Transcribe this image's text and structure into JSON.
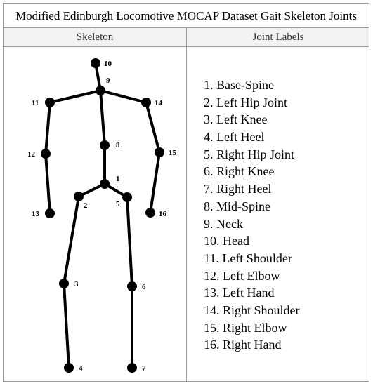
{
  "title": "Modified Edinburgh Locomotive MOCAP Dataset Gait Skeleton Joints",
  "headers": {
    "skeleton": "Skeleton",
    "labels": "Joint Labels"
  },
  "joint_labels": [
    "1. Base-Spine",
    "2. Left Hip Joint",
    "3. Left Knee",
    "4. Left Heel",
    "5. Right Hip Joint",
    "6. Right Knee",
    "7. Right Heel",
    "8. Mid-Spine",
    "9. Neck",
    "10.  Head",
    "11.  Left Shoulder",
    "12.  Left Elbow",
    "13.  Left Hand",
    "14.  Right Shoulder",
    "15.  Right Elbow",
    "16.  Right Hand"
  ],
  "joint_numbers": [
    "1",
    "2",
    "3",
    "4",
    "5",
    "6",
    "7",
    "8",
    "9",
    "10",
    "11",
    "12",
    "13",
    "14",
    "15",
    "16"
  ],
  "bones": [
    [
      10,
      9
    ],
    [
      9,
      11
    ],
    [
      11,
      12
    ],
    [
      12,
      13
    ],
    [
      9,
      14
    ],
    [
      14,
      15
    ],
    [
      15,
      16
    ],
    [
      9,
      8
    ],
    [
      8,
      1
    ],
    [
      1,
      2
    ],
    [
      2,
      3
    ],
    [
      3,
      4
    ],
    [
      1,
      5
    ],
    [
      5,
      6
    ],
    [
      6,
      7
    ]
  ],
  "colors": {
    "ink": "#000000",
    "border": "#9a9a9a",
    "header_bg": "#f2f2f2"
  }
}
